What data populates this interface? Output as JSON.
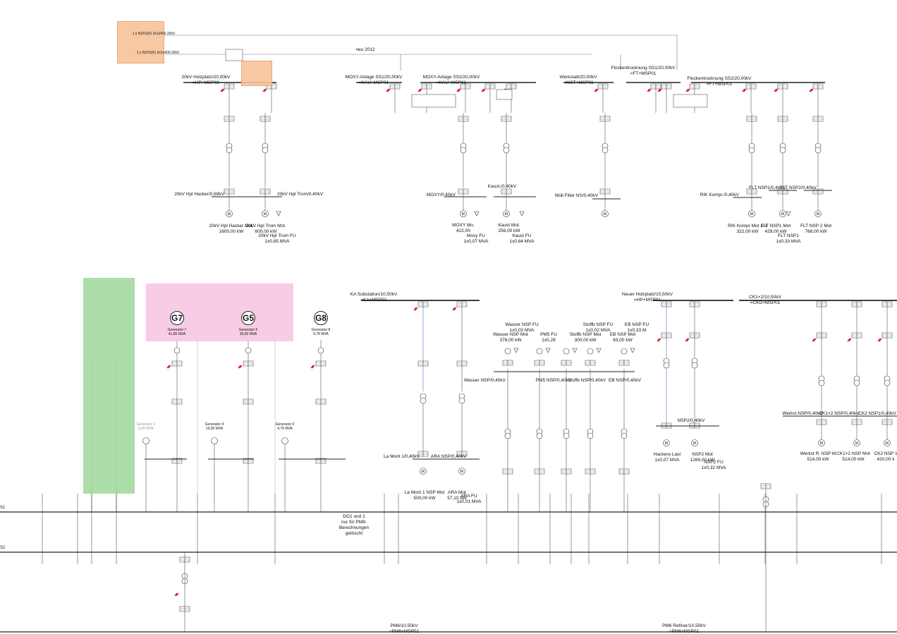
{
  "colors": {
    "line": "#333333",
    "faint_line": "#a6a6a6",
    "highlight_blue": "#3b4fd1",
    "fault_red": "#e0202a",
    "zone_orange": "#f8c39a",
    "zone_green": "#9fd79a",
    "zone_pink": "#f8c7e2"
  },
  "top_note": "neu 2012",
  "top_cable_1": "1 x N2XS(F) 3x1x400 20kV",
  "top_cable_2": "1 x N2XS(F) 3x1x400 20kV",
  "busbars": {
    "holzplatz": {
      "title": "20kV Holzplatz/20,00kV",
      "sub": "=HP+MSP02"
    },
    "moxy1": {
      "title": "MOXY-Anlage SS1/20,00kV",
      "sub": "=KAU+MSP01"
    },
    "moxy2": {
      "title": "MOXY-Anlage SS2/20,00kV",
      "sub": "=KAU+MSP01"
    },
    "werkstatt": {
      "title": "Werkstatt/20,00kV",
      "sub": "=WST+MSP01"
    },
    "flocken1": {
      "title": "Flockentrocknung SS1/20,00kV",
      "sub": "=FT+MSP01"
    },
    "flocken2": {
      "title": "Flockentrocknung SS2/20,00kV",
      "sub": "=FT+MSP01"
    },
    "ka_sub": {
      "title": "KA Substation/10,50kV",
      "sub": "=KA+MSP01"
    },
    "neuer_holzplatz": {
      "title": "Neuer Holzplatz/10,50kV",
      "sub": "=HP+MSP01"
    },
    "ck1": {
      "title": "CK1+2/10,50kV",
      "sub": "=CKD+MSP01"
    },
    "pm6_1": {
      "title": "PM6/10,50kV",
      "sub": "=PM6+MSP01"
    },
    "pm6_2": {
      "title": "PM6 Refiner/10,50kV",
      "sub": "=PM6+MSP01"
    }
  },
  "lv_labels": {
    "hacker_bus": "20kV Hpl Hacker/0,69kV",
    "trom_bus": "20kV Hpl Trom/0,40kV",
    "moxy_bus": "MOXY/0,40kV",
    "kaust_bus": "Kaust./0,40kV",
    "muell": "Müll Filter NS/0,40kV",
    "rik": "RIK Kompr./0,40kV",
    "flt1": "FLT NSP1/0,40kV",
    "flt2": "FLT NSP2/0,40kV",
    "wasser": "Wasser NSP/0,40kV",
    "pm5": "PM5 NSP/0,40kV",
    "stoffb": "Stoffb NSP/0,40kV",
    "eb": "EB NSP/0,40kV",
    "la_mont": "La Mont 1/0,40kV",
    "ara": "ARA NSP/0,40kV",
    "nsp2": "NSP2/0,40kV",
    "werkst": "Werkst NSP/0,40kV",
    "ck12": "CK1+2 NSP/0,40kV",
    "ck2": "CK2 NSP1/0,40kV"
  },
  "loads": {
    "hacker_mot": "20kV Hpl Hacker Mot.\n1600,00 kW",
    "trom_mot": "20kV Hpl Trom Mot.\n600,00 kW",
    "trom_fu": "20kV Hpl Trom FU\n1x0,85 MVA",
    "moxy_mo": "MOXY Mo.\n422,00",
    "moxy_fu": "Moxy FU\n1x0,07 MVA",
    "kaust_mot": "Kaust Mot.\n256,00 kW",
    "kaust_fu": "Kaust FU\n1x0,64 MVA",
    "rik_mot": "RIK Kompr Mot 1-3\n322,00 kW",
    "flt1_mot": "FLT NSP1 Mot\n429,00 kW",
    "flt1_fu": "FLT NSP1\n1x0,33 MVA",
    "flt2_mot": "FLT NSP 2 Mot\n768,00 kW",
    "wasser_fu": "Wasser NSP FU\n1x0,03 MVA",
    "wasser_mot": "Wasser NSP Mot\n378,00 kW",
    "pm5_fu": "PM5 FU\n1x0,29",
    "stoffb_fu": "Stoffb NSP FU\n1x0,02 MVA",
    "stoffb_mot": "Stoffb NSP Mot\n300,00 kW",
    "eb_fu": "EB NSP FU\n1x0,33 M",
    "eb_mot": "EB NSP Mot\n63,00 kW",
    "la_mont_mot": "La Mont 1 NSP Mot\n500,00 kW",
    "ara_mot": "ARA Mot\n57,10 kW",
    "ara_fu": "ARA FU\n1x0,01 MVA",
    "hackere_last": "Hackere Last\n1x0,07 MVA",
    "nsp2_mot": "NSP2 Mot\n1269,00 kW",
    "nsp2_fu": "NSP2 FU\n1x0,32 MVA",
    "werkst_mot": "Werkst R. NSP M\n514,00 kW",
    "ck12_mot": "CK1+2 NSP Mot\n514,00 kW",
    "ck2_mot": "CK2 NSP 1\n420,00 k"
  },
  "generators": [
    {
      "id": "G7",
      "label": "Generator 7\n41,80 MVA"
    },
    {
      "id": "G5",
      "label": "Generator 5\n35,00 MVA"
    },
    {
      "id": "G8",
      "label": "Generator 8\n9,78 MVA"
    }
  ],
  "small_generators": {
    "g2": "Generator 2\n6,00 MVA",
    "g4": "Generator 4\n15,00 MVA",
    "g6": "Generator 6\n4,75 MVA"
  },
  "bus_ids": {
    "s1": "S1",
    "s2": "S2"
  },
  "dg_note": "DG1 und 2\nnur für PM9-\nBerechnungen\ngelöscht"
}
